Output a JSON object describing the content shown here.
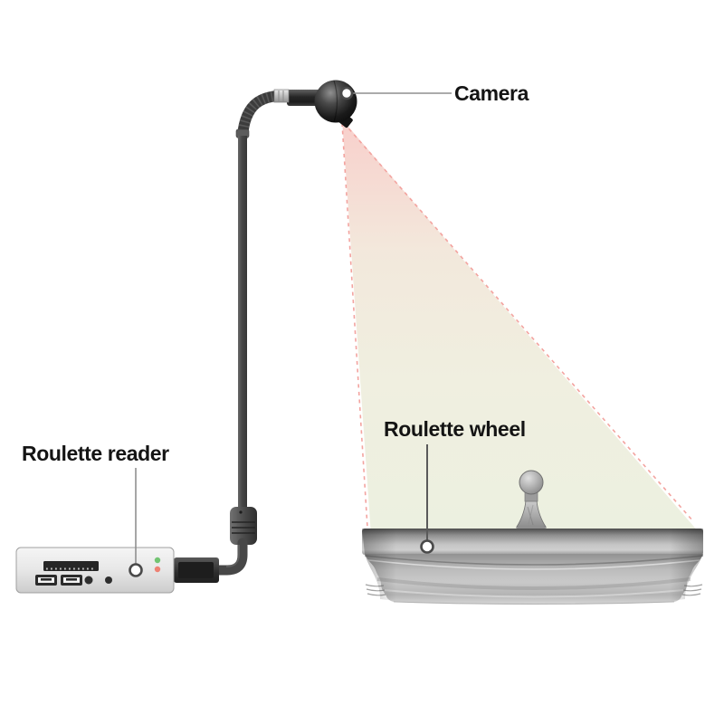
{
  "labels": {
    "camera": "Camera",
    "roulette_wheel": "Roulette wheel",
    "roulette_reader": "Roulette reader"
  },
  "colors": {
    "background": "#ffffff",
    "label_text": "#141414",
    "callout_line": "#8f8f8f",
    "callout_dot_fill": "#ffffff",
    "callout_dot_ring": "#4a4a4a",
    "cone_top_pink": "#f8ccc8",
    "cone_mid": "#f2e7da",
    "cone_bottom_green": "#ebefdf",
    "cone_dash": "#f3a39f",
    "led_green": "#72c472",
    "led_red": "#ee8173",
    "device_body": "#e9e9e9",
    "cable_gray": "#474747",
    "camera_black": "#1a1a1a",
    "wheel_metal": "#b5b5b5"
  }
}
